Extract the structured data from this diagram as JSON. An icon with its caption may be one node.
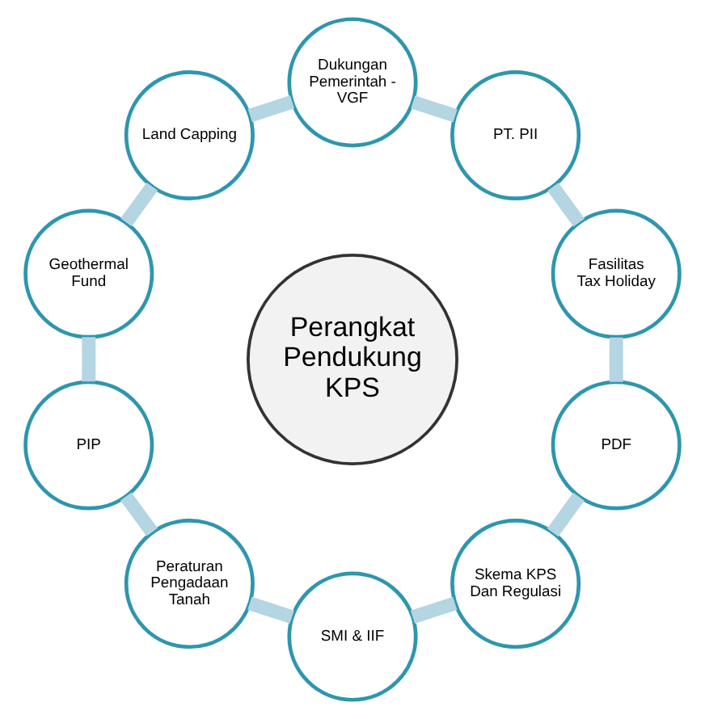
{
  "diagram": {
    "nodes": [
      {
        "text": [
          "Perangkat Pendukung KPS"
        ]
      },
      {
        "text": [
          "Fasilitas Tax Holiday"
        ]
      },
      {
        "text": [
          "PT. PII"
        ]
      },
      {
        "text": [
          "Dukungan Pemerintah - VGF"
        ]
      },
      {
        "text": [
          "Land Capping"
        ]
      },
      {
        "text": [
          "Geothermal Fund"
        ]
      },
      {
        "text": [
          "PIP"
        ]
      },
      {
        "text": [
          "Peraturan Pengadaan Tanah"
        ]
      },
      {
        "text": [
          "SMI & IIF"
        ]
      },
      {
        "text": [
          "Skema KPS Dan Regulasi"
        ]
      },
      {
        "text": [
          "PDF"
        ]
      }
    ],
    "edges": [
      {
        "from": 1,
        "to": 2,
        "arrow": "none"
      },
      {
        "from": 2,
        "to": 3,
        "arrow": "none"
      },
      {
        "from": 3,
        "to": 4,
        "arrow": "none"
      },
      {
        "from": 4,
        "to": 5,
        "arrow": "none"
      },
      {
        "from": 5,
        "to": 6,
        "arrow": "none"
      },
      {
        "from": 6,
        "to": 7,
        "arrow": "none"
      },
      {
        "from": 7,
        "to": 8,
        "arrow": "none"
      },
      {
        "from": 8,
        "to": 9,
        "arrow": "none"
      },
      {
        "from": 9,
        "to": 10,
        "arrow": "none"
      },
      {
        "from": 10,
        "to": 1,
        "arrow": "none"
      }
    ]
  }
}
